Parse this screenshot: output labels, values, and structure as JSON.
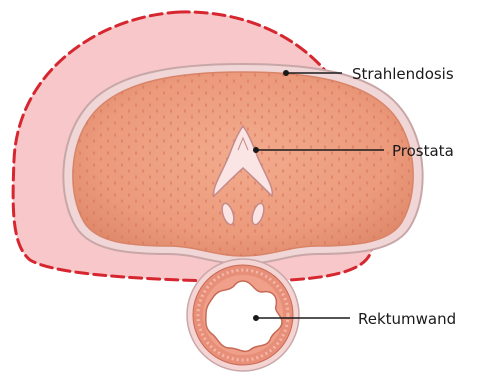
{
  "labels": {
    "dose": "Strahlendosis",
    "prostate": "Prostata",
    "rectum": "Rektumwand"
  },
  "colors": {
    "dose_fill": "#f7c7c9",
    "dose_outline": "#d6262f",
    "prostate_fill": "#ec9b7c",
    "prostate_edge": "#d88469",
    "prostate_rim": "#c9a7a8",
    "rectum_wall": "#e88f7a",
    "leader_line": "#1a1a1a"
  },
  "icons": {
    "dose_marker": "dot",
    "prostate_marker": "dot",
    "rectum_marker": "dot"
  }
}
